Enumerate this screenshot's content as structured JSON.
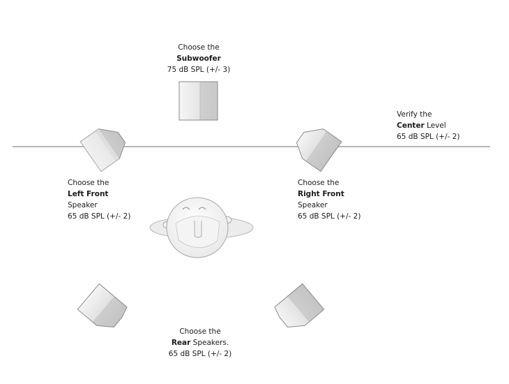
{
  "subwoofer": {
    "line1": "Choose the",
    "strong": "Subwoofer",
    "level": "75 dB SPL (+/- 3)"
  },
  "center": {
    "line1": "Verify the",
    "strong": "Center",
    "suffix": " Level",
    "level": "65 dB SPL (+/- 2)"
  },
  "left_front": {
    "line1": "Choose the",
    "strong": "Left Front",
    "line3": "Speaker",
    "level": "65 dB SPL (+/- 2)"
  },
  "right_front": {
    "line1": "Choose the",
    "strong": "Right Front",
    "line3": "Speaker",
    "level": "65 dB SPL (+/- 2)"
  },
  "rear": {
    "line1": "Choose the",
    "strong": "Rear",
    "suffix": " Speakers.",
    "level": "65 dB SPL (+/- 2)"
  },
  "colors": {
    "speaker_fill_light": "#f2f2f2",
    "speaker_fill_dark": "#cfcfcf",
    "speaker_stroke": "#8a8a8a",
    "line": "#6e6e6e"
  }
}
